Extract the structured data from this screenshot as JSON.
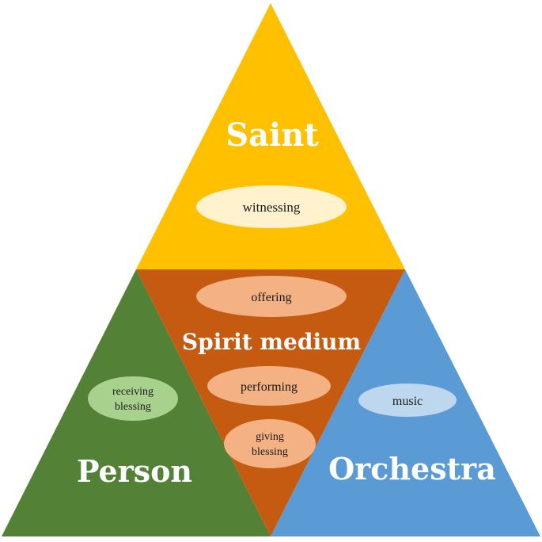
{
  "diagram": {
    "sections": {
      "top": {
        "title": "Saint",
        "color": "#ffc000"
      },
      "center": {
        "title": "Spirit medium",
        "color": "#c55a11"
      },
      "left": {
        "title": "Person",
        "color": "#538135"
      },
      "right": {
        "title": "Orchestra",
        "color": "#5b9bd5"
      }
    },
    "bubbles": {
      "witnessing": {
        "label": "witnessing",
        "color": "#fff2cc"
      },
      "offering": {
        "label": "offering",
        "color": "#f4b183"
      },
      "performing": {
        "label": "performing",
        "color": "#f4b183"
      },
      "giving_blessing": {
        "line1": "giving",
        "line2": "blessing",
        "color": "#f4b183"
      },
      "receiving_blessing": {
        "line1": "receiving",
        "line2": "blessing",
        "color": "#a9d18e"
      },
      "music": {
        "label": "music",
        "color": "#bdd7ee"
      }
    }
  }
}
